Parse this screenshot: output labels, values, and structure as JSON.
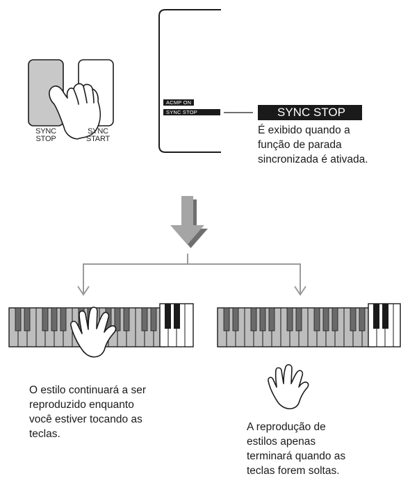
{
  "buttons": {
    "sync_stop_label_1": "SYNC",
    "sync_stop_label_2": "STOP",
    "sync_start_label_1": "SYNC",
    "sync_start_label_2": "START"
  },
  "display": {
    "acmp_on": "ACMP ON",
    "sync_stop_tag": "SYNC STOP"
  },
  "badge": {
    "label": "SYNC STOP"
  },
  "explanation": {
    "line1": "É exibido quando a",
    "line2": "função de parada",
    "line3": "sincronizada é ativada."
  },
  "left_caption": {
    "line1": "O estilo continuará a ser",
    "line2": "reproduzido enquanto",
    "line3": "você estiver tocando as",
    "line4": "teclas."
  },
  "right_caption": {
    "line1": "A reprodução de",
    "line2": "estilos apenas",
    "line3": "terminará quando as",
    "line4": "teclas forem soltas."
  },
  "colors": {
    "button_pressed": "#c8c8c8",
    "keyboard_gray": "#bdbdbd",
    "arrow_gray": "#9a9a9a",
    "ink": "#1a1a1a"
  }
}
